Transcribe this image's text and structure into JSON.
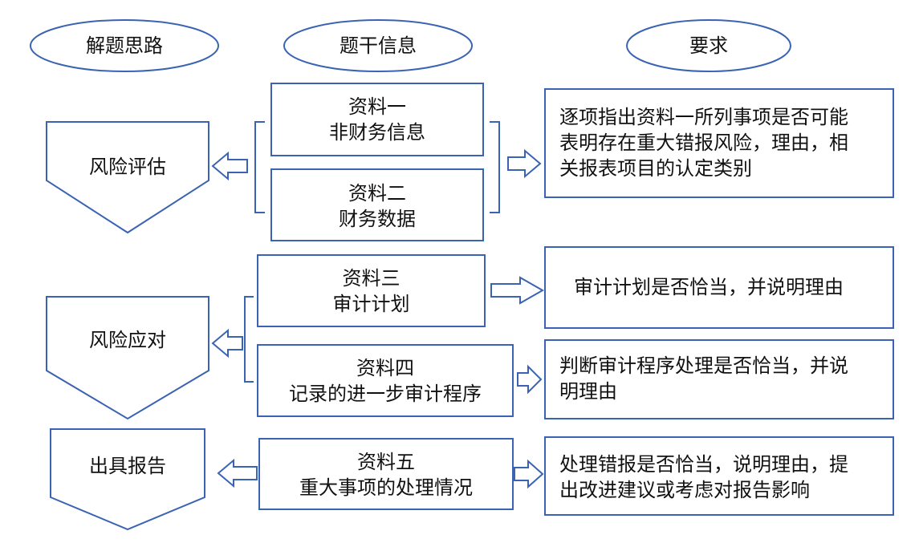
{
  "headers": {
    "approach": "解题思路",
    "info": "题干信息",
    "requirement": "要求"
  },
  "stages": {
    "risk_assessment": "风险评估",
    "risk_response": "风险应对",
    "reporting": "出具报告"
  },
  "materials": {
    "m1": {
      "title": "资料一",
      "subtitle": "非财务信息"
    },
    "m2": {
      "title": "资料二",
      "subtitle": "财务数据"
    },
    "m3": {
      "title": "资料三",
      "subtitle": "审计计划"
    },
    "m4": {
      "title": "资料四",
      "subtitle": "记录的进一步审计程序"
    },
    "m5": {
      "title": "资料五",
      "subtitle": "重大事项的处理情况"
    }
  },
  "requirements": {
    "r1": [
      "逐项指出资料一所列事项是否可能",
      "表明存在重大错报风险，理由，相",
      "关报表项目的认定类别"
    ],
    "r2": [
      "审计计划是否恰当，并说明理由"
    ],
    "r3": [
      "判断审计程序处理是否恰当，并说",
      "明理由"
    ],
    "r4": [
      "处理错报是否恰当，说明理由，提",
      "出改进建议或考虑对报告影响"
    ]
  },
  "colors": {
    "stroke": "#3b63b3",
    "text": "#111111"
  }
}
